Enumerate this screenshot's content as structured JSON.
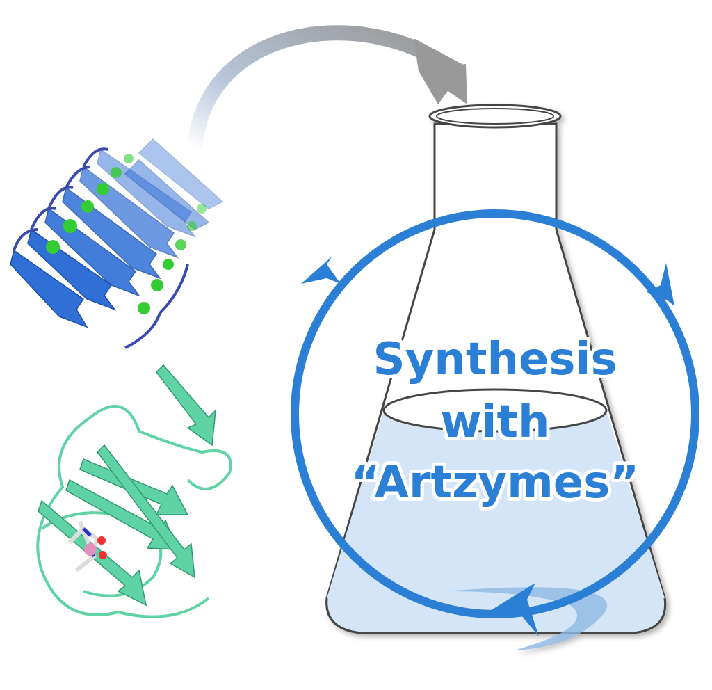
{
  "label": {
    "line1": "Synthesis",
    "line2": "with",
    "line3": "“Artzymes”"
  },
  "colors": {
    "cycle_blue": "#2b80d6",
    "liquid": "#d3e5f7",
    "transfer_arrow": "#9a9a9a",
    "beta_helix_protein": "#2f6fd6",
    "metalloprotein": "#5fd3a6",
    "metal_ions": "#33cc33"
  }
}
